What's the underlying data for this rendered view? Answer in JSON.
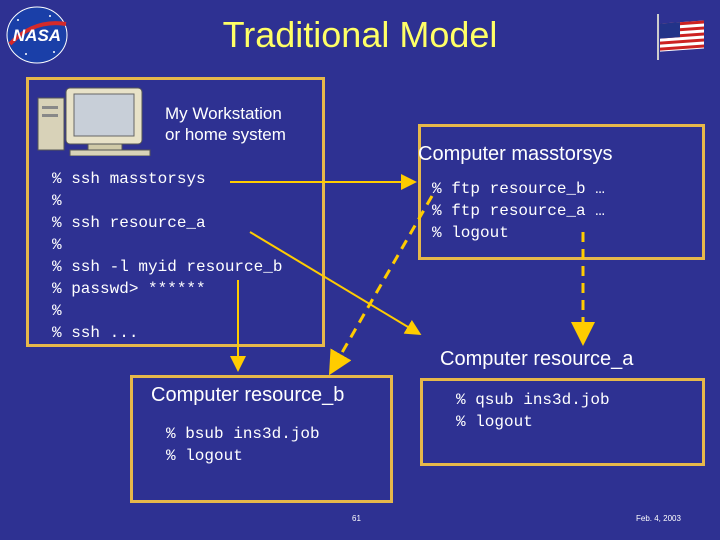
{
  "slide": {
    "title": "Traditional Model",
    "logo_text": "NASA",
    "workstation_label_1": "My Workstation",
    "workstation_label_2": "or home system",
    "masstorsys_label": "Computer masstorsys",
    "resource_a_label": "Computer resource_a",
    "resource_b_label": "Computer resource_b",
    "page_number": "61",
    "date": "Feb. 4, 2003"
  },
  "workstation_lines": [
    "% ssh masstorsys",
    "%",
    "% ssh resource_a",
    "%",
    "% ssh -l myid resource_b",
    "% passwd> ******",
    "%",
    "% ssh ..."
  ],
  "masstorsys_lines": [
    "% ftp resource_b …",
    "% ftp resource_a …",
    "% logout"
  ],
  "resource_a_lines": [
    "% qsub ins3d.job",
    "% logout"
  ],
  "resource_b_lines": [
    "% bsub ins3d.job",
    "% logout"
  ],
  "colors": {
    "background": "#2e3192",
    "title": "#ffff66",
    "box_border": "#e6b84a",
    "arrow": "#ffcc00"
  }
}
